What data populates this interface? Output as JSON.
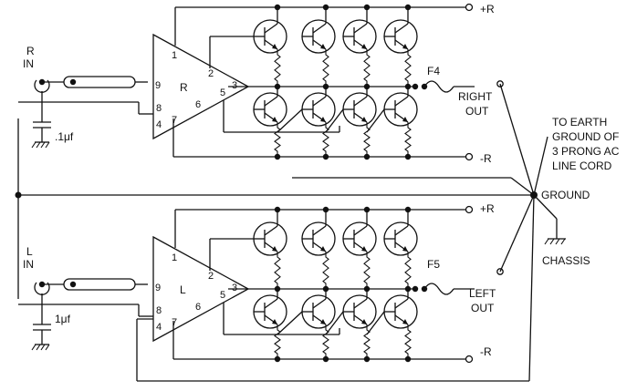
{
  "amp_right": {
    "label": "R",
    "pins": [
      "1",
      "2",
      "3",
      "4",
      "5",
      "6",
      "7",
      "8",
      "9"
    ]
  },
  "amp_left": {
    "label": "L",
    "pins": [
      "1",
      "2",
      "3",
      "4",
      "5",
      "6",
      "7",
      "8",
      "9"
    ]
  },
  "inputs": {
    "right": {
      "line1": "R",
      "line2": "IN"
    },
    "left": {
      "line1": "L",
      "line2": "IN"
    }
  },
  "capacitors": {
    "right": ".1μf",
    "left": "1μf"
  },
  "fuses": {
    "right": "F4",
    "left": "F5"
  },
  "outputs": {
    "right": {
      "line1": "RIGHT",
      "line2": "OUT"
    },
    "left": {
      "line1": "LEFT",
      "line2": "OUT"
    }
  },
  "rails": {
    "pos": "+R",
    "neg": "-R"
  },
  "ground": {
    "note": [
      "TO EARTH",
      "GROUND OF",
      "3 PRONG AC",
      "LINE CORD"
    ],
    "label": "GROUND",
    "chassis": "CHASSIS"
  }
}
